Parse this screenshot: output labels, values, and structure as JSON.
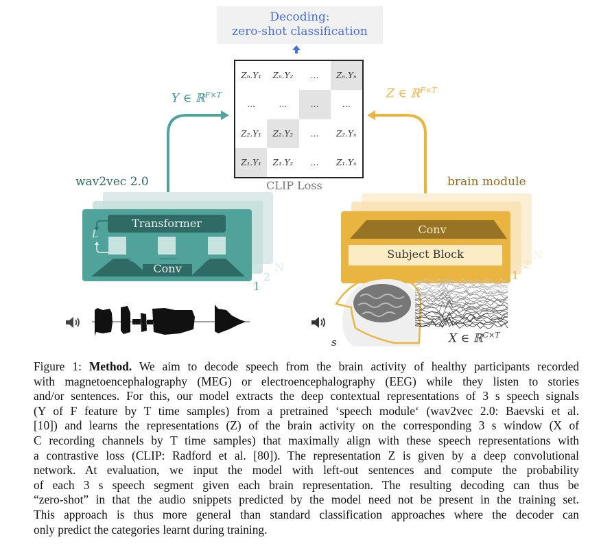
{
  "figure": {
    "decoding_box": {
      "line1": "Decoding:",
      "line2": "zero-shot classification"
    },
    "similarity_matrix": {
      "rows": [
        [
          "ZN.Y1",
          "ZN.Y2",
          "...",
          "ZN.YN"
        ],
        [
          "...",
          "...",
          "...",
          "..."
        ],
        [
          "Z2.Y1",
          "Z2.Y2",
          "...",
          "Z2.YN"
        ],
        [
          "Z1.Y1",
          "Z1.Y2",
          "...",
          "Z1.YN"
        ]
      ],
      "rows_display": [
        [
          "Zₙ.Y₁",
          "Zₙ.Y₂",
          "…",
          "Zₙ.Yₙ"
        ],
        [
          "…",
          "…",
          "…",
          "…"
        ],
        [
          "Z₂.Y₁",
          "Z₂.Y₂",
          "…",
          "Z₂.Yₙ"
        ],
        [
          "Z₁.Y₁",
          "Z₁.Y₂",
          "…",
          "Z₁.Yₙ"
        ]
      ],
      "label": "CLIP Loss"
    },
    "speech_branch": {
      "output_label": "Y ∈ ℝ F×T",
      "output_label_main": "Y ∈ ℝ",
      "output_label_sup": "F×T",
      "module_name": "wav2vec 2.0",
      "transformer_label": "Transformer",
      "conv_label": "Conv",
      "layer_label": "L",
      "stack_labels": [
        "1",
        "2",
        "N"
      ],
      "icon": "speaker-icon"
    },
    "brain_branch": {
      "output_label_main": "Z ∈ ℝ",
      "output_label_sup": "F×T",
      "module_name": "brain module",
      "conv_label": "Conv",
      "subject_block_label": "Subject Block",
      "stack_labels": [
        "1",
        "2",
        "N"
      ],
      "subject_label": "s",
      "input_label_main": "X ∈ ℝ",
      "input_label_sup": "C×T",
      "icon": "speaker-icon"
    },
    "colors": {
      "teal": "#4fa39b",
      "teal_dark": "#2f6a64",
      "gold": "#e9b440",
      "gold_dark": "#977326",
      "decoding_blue": "#4a6fd3"
    }
  },
  "caption": {
    "lines": [
      "Figure 1: Method. We aim to decode speech from the brain activity of healthy participants recorded",
      "with magnetoencephalography (MEG) or electroencephalography (EEG) while they listen to stories",
      "and/or sentences. For this, our model extracts the deep contextual representations of 3 s speech signals",
      "(Y of F feature by T time samples) from a pretrained ‘speech module‘ (wav2vec 2.0: Baevski et al.",
      "[10]) and learns the representations (Z) of the brain activity on the corresponding 3 s window (X of",
      "C recording channels by T time samples) that maximally align with these speech representations with",
      "a contrastive loss (CLIP: Radford et al. [80]). The representation Z is given by a deep convolutional",
      "network.  At evaluation, we input the model with left-out sentences and compute the probability",
      "of each 3 s speech segment given each brain representation.  The resulting decoding can thus be",
      "“zero-shot” in that the audio snippets predicted by the model need not be present in the training set.",
      "This approach is thus more general than standard classification approaches where the decoder can",
      "only predict the categories learnt during training."
    ],
    "prefix": "Figure 1: ",
    "bold_title": "Method."
  }
}
